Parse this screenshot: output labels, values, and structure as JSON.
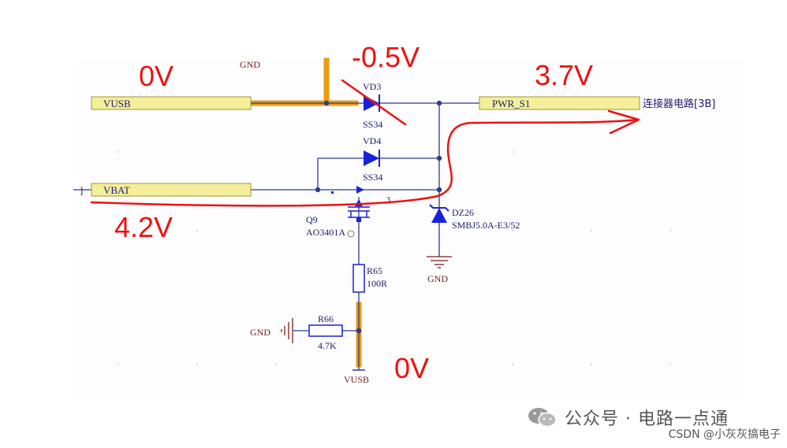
{
  "nets": {
    "vusb": "VUSB",
    "vbat": "VBAT",
    "pwr": "PWR_S1",
    "pwr_dest": "连接器电路[3B]",
    "vbat_prefix": "]",
    "gnd_top": "GND",
    "gnd_dz": "GND",
    "gnd_left": "GND",
    "vusb_bottom": "VUSB"
  },
  "parts": {
    "vd3": {
      "ref": "VD3",
      "value": "SS34"
    },
    "vd4": {
      "ref": "VD4",
      "value": "SS34"
    },
    "q9": {
      "ref": "Q9",
      "value": "AO3401A"
    },
    "q9_pin": "3",
    "dz26": {
      "ref": "DZ26",
      "value": "SMBJ5.0A-E3/52"
    },
    "r65": {
      "ref": "R65",
      "value": "100R"
    },
    "r66": {
      "ref": "R66",
      "value": "4.7K"
    }
  },
  "annotations": {
    "vusb_voltage": "0V",
    "vd3_drop": "-0.5V",
    "out_voltage": "3.7V",
    "vbat_voltage": "4.2V",
    "gate_voltage": "0V"
  },
  "colors": {
    "wire": "#2a3d8f",
    "net_fill": "#f5ef9c",
    "net_stroke": "#a3952a",
    "highlight": "#ec9b12",
    "marker": "#ee1111",
    "part": "#1a22d8",
    "label": "#1c1c6e",
    "gnd_label": "#7a1e1e"
  },
  "watermark": {
    "title": "公众号 · 电路一点通",
    "csdn": "CSDN @小灰灰搞电子"
  },
  "icons": {
    "wechat": "wechat-icon"
  }
}
